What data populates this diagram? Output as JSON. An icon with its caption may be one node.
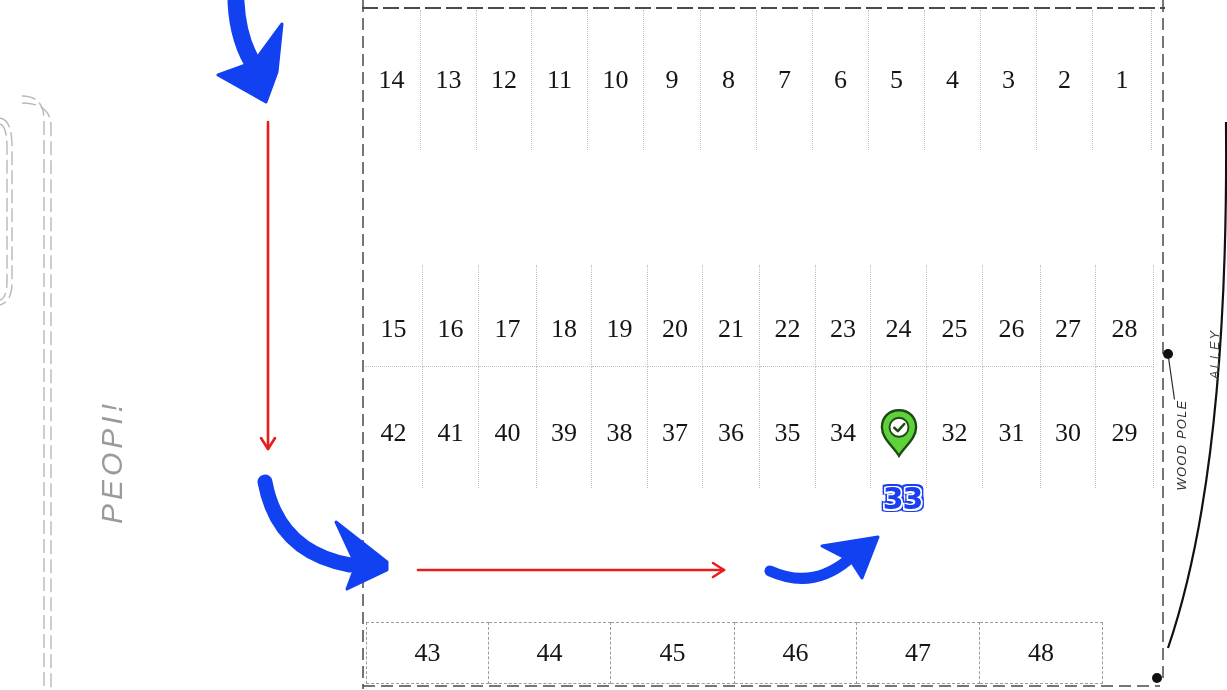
{
  "diagram": {
    "nodes": [
      {
        "text": [
          "14"
        ]
      },
      {
        "text": [
          "13"
        ]
      },
      {
        "text": [
          "12"
        ]
      },
      {
        "text": [
          "11"
        ]
      },
      {
        "text": [
          "10"
        ]
      },
      {
        "text": [
          "9"
        ]
      },
      {
        "text": [
          "8"
        ]
      },
      {
        "text": [
          "7"
        ]
      },
      {
        "text": [
          "6"
        ]
      },
      {
        "text": [
          "5"
        ]
      },
      {
        "text": [
          "4"
        ]
      },
      {
        "text": [
          "3"
        ]
      },
      {
        "text": [
          "2"
        ]
      },
      {
        "text": [
          "1"
        ]
      },
      {
        "text": [
          "15"
        ]
      },
      {
        "text": [
          "16"
        ]
      },
      {
        "text": [
          "17"
        ]
      },
      {
        "text": [
          "18"
        ]
      },
      {
        "text": [
          "19"
        ]
      },
      {
        "text": [
          "20"
        ]
      },
      {
        "text": [
          "21"
        ]
      },
      {
        "text": [
          "22"
        ]
      },
      {
        "text": [
          "23"
        ]
      },
      {
        "text": [
          "24"
        ]
      },
      {
        "text": [
          "25"
        ]
      },
      {
        "text": [
          "26"
        ]
      },
      {
        "text": [
          "27"
        ]
      },
      {
        "text": [
          "28"
        ]
      },
      {
        "text": [
          "42"
        ]
      },
      {
        "text": [
          "41"
        ]
      },
      {
        "text": [
          "40"
        ]
      },
      {
        "text": [
          "39"
        ]
      },
      {
        "text": [
          "38"
        ]
      },
      {
        "text": [
          "37"
        ]
      },
      {
        "text": [
          "36"
        ]
      },
      {
        "text": [
          "35"
        ]
      },
      {
        "text": [
          "34"
        ]
      },
      {
        "text": [],
        "shape": "box",
        "beside": [
          "33"
        ]
      },
      {
        "text": [
          "32"
        ]
      },
      {
        "text": [
          "31"
        ]
      },
      {
        "text": [
          "30"
        ]
      },
      {
        "text": [
          "29"
        ]
      },
      {
        "text": [
          "43"
        ]
      },
      {
        "text": [
          "44"
        ]
      },
      {
        "text": [
          "45"
        ]
      },
      {
        "text": [
          "46"
        ]
      },
      {
        "text": [
          "47"
        ]
      },
      {
        "text": [
          "48"
        ]
      },
      {
        "text": [
          "WOOD POLE"
        ]
      },
      {
        "text": [],
        "shape": "circle"
      }
    ],
    "edges": [
      {
        "from": 48,
        "to": 49,
        "arrow": "none"
      }
    ],
    "labels": [
      "PEOPI!",
      "ALLEY"
    ]
  }
}
